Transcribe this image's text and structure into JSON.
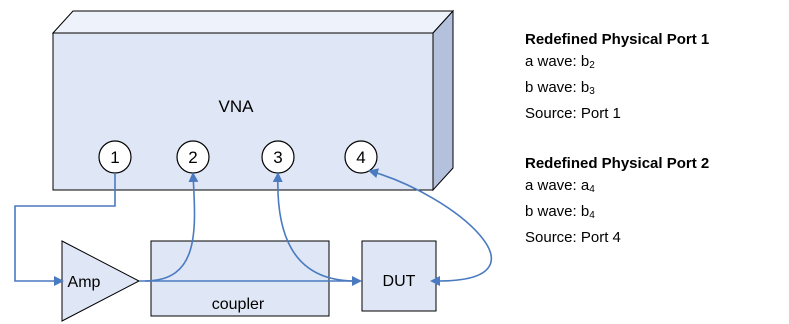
{
  "diagram": {
    "vna_label": "VNA",
    "ports": [
      "1",
      "2",
      "3",
      "4"
    ],
    "amp_label": "Amp",
    "coupler_label": "coupler",
    "dut_label": "DUT"
  },
  "panels": [
    {
      "heading": "Redefined Physical Port 1",
      "a_wave_label": "a wave: ",
      "a_wave_value": "b",
      "a_wave_sub": "2",
      "b_wave_label": "b wave: ",
      "b_wave_value": "b",
      "b_wave_sub": "3",
      "source": "Source: Port 1"
    },
    {
      "heading": "Redefined Physical Port 2",
      "a_wave_label": "a wave: ",
      "a_wave_value": "a",
      "a_wave_sub": "4",
      "b_wave_label": "b wave: ",
      "b_wave_value": "b",
      "b_wave_sub": "4",
      "source": "Source: Port 4"
    }
  ],
  "colors": {
    "box_fill": "#dfe6f5",
    "box_side": "#b4c1dd",
    "box_top": "#eef2fa",
    "connector": "#4a7ac0"
  }
}
